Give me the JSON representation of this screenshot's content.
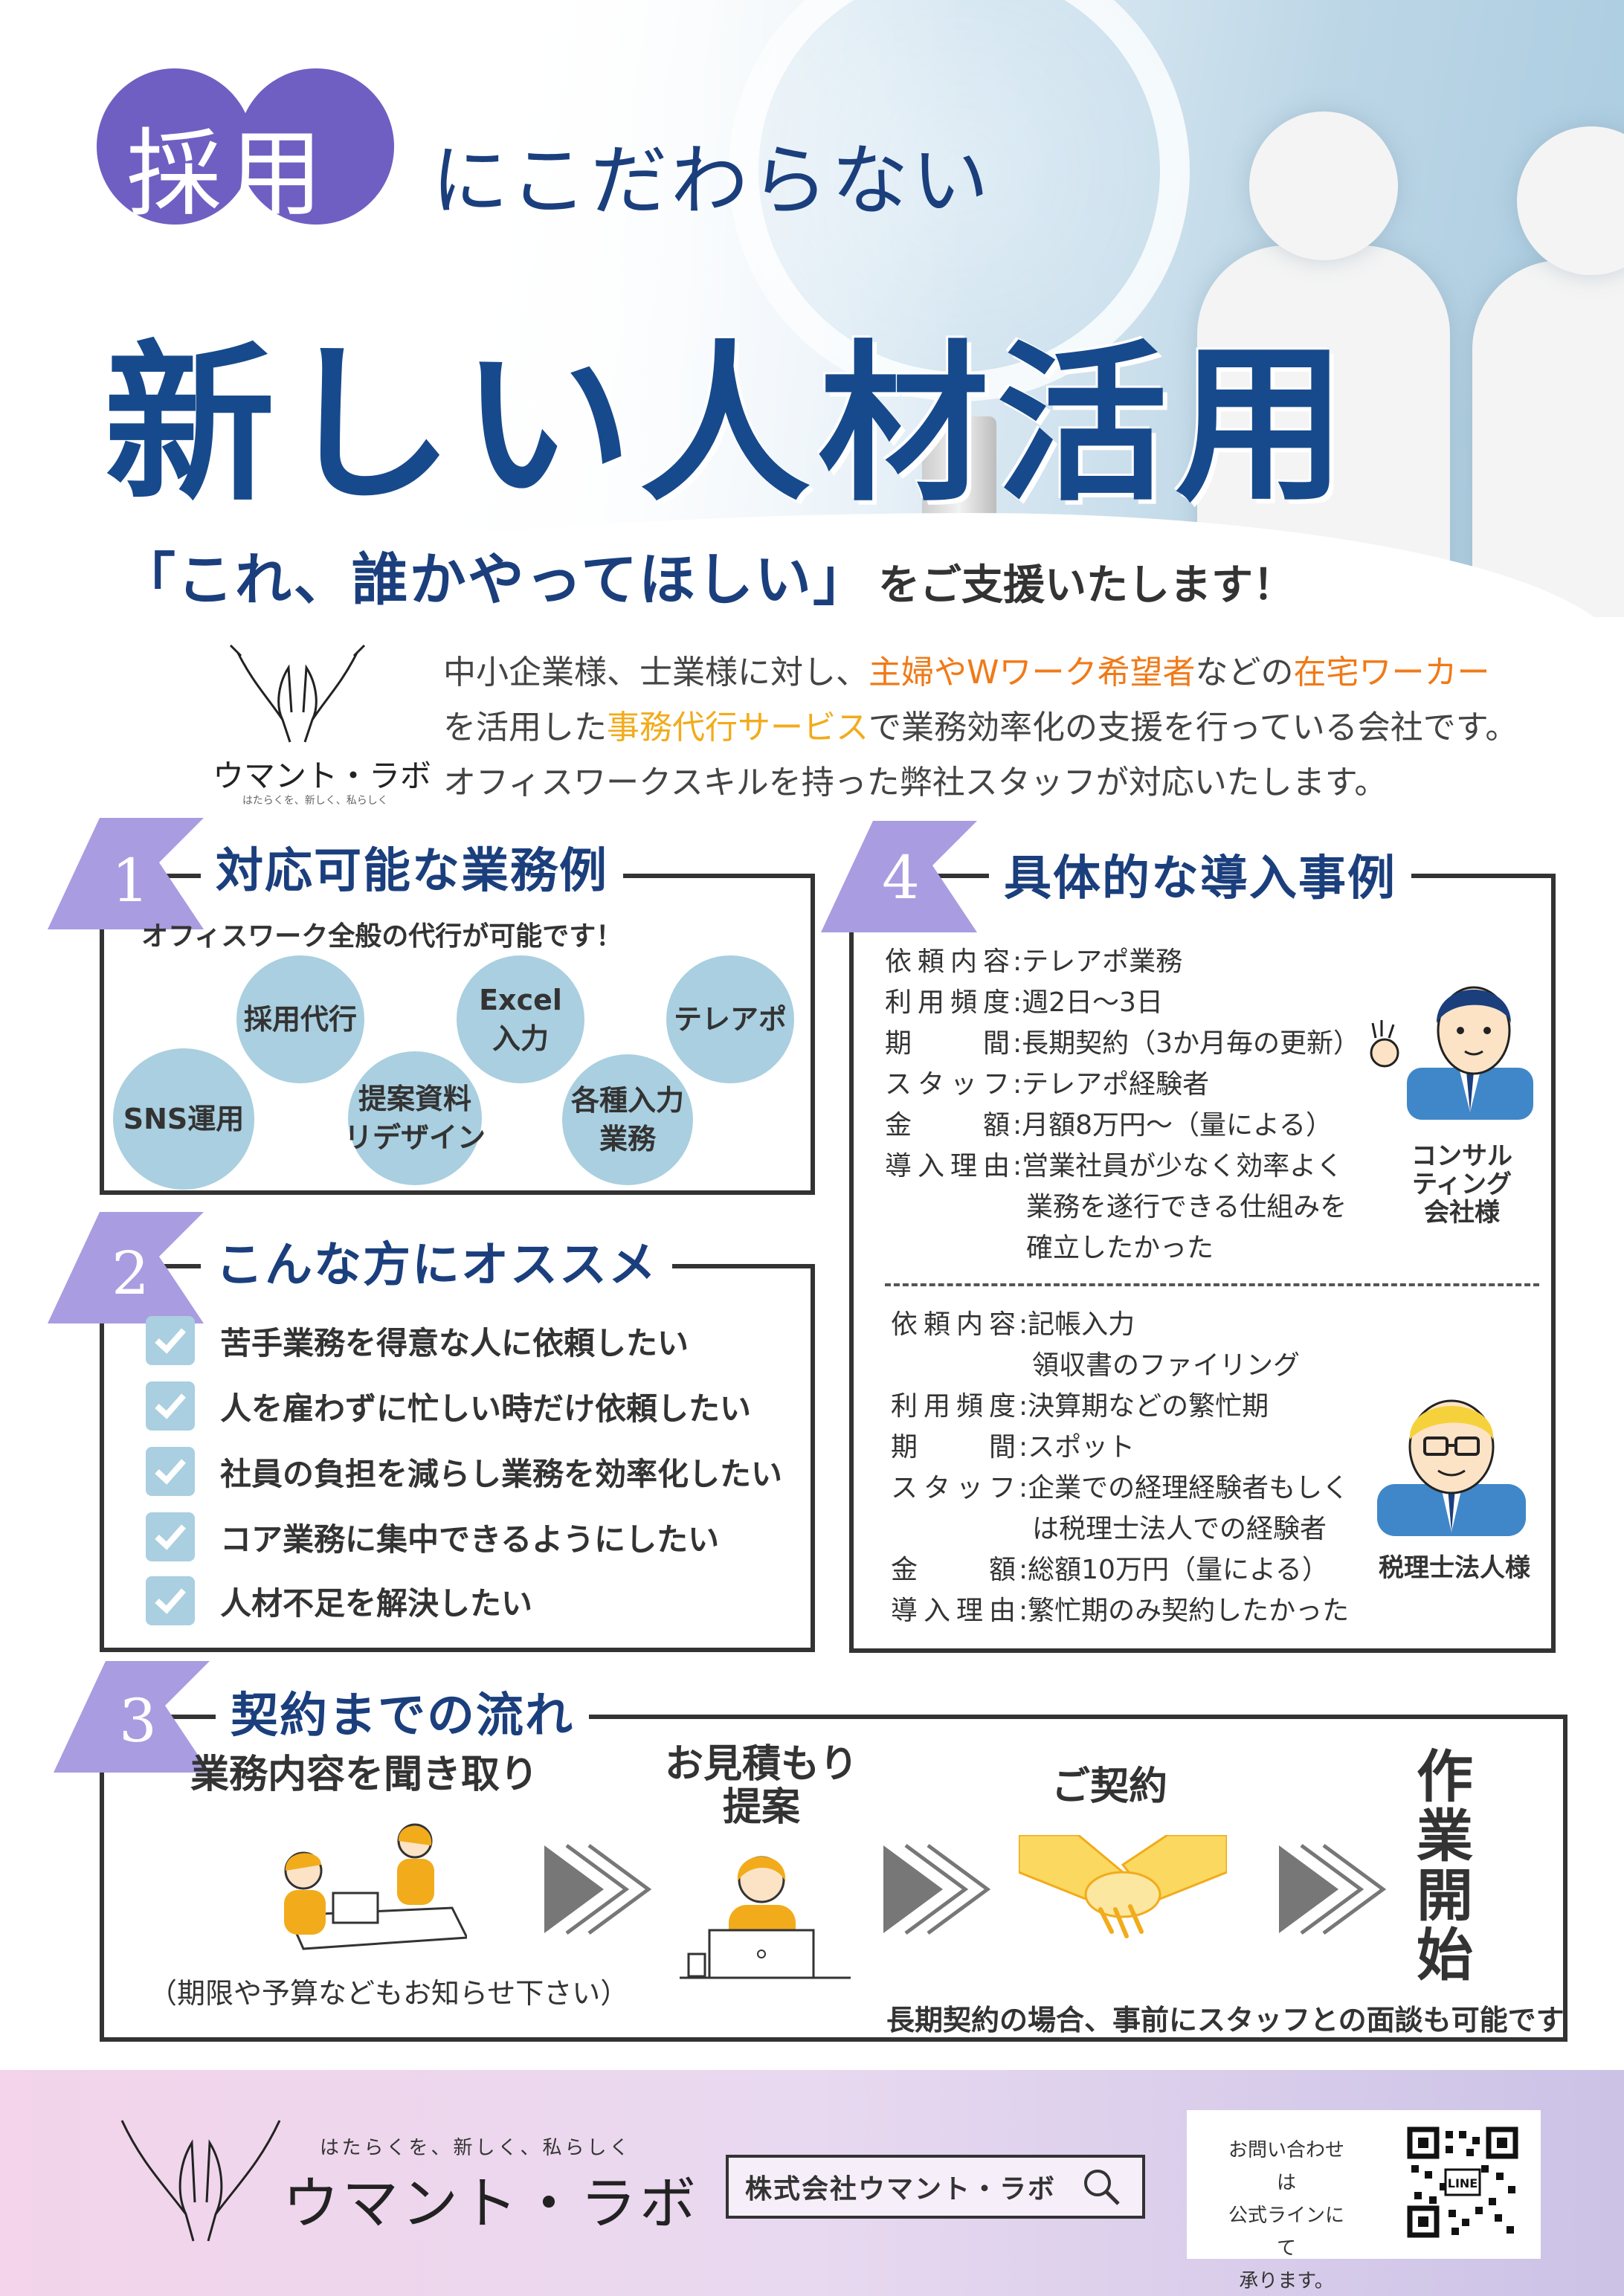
{
  "hero": {
    "circle_text": "採用",
    "headline1": "にこだわらない",
    "headline2": "新しい人材活用",
    "tagline_big": "「これ、誰かやってほしい」",
    "tagline_small": "をご支援いたします！"
  },
  "intro": {
    "logo_name": "ウマント・ラボ",
    "logo_sub": "はたらくを、新しく、私らしく",
    "line1_a": "中小企業様、士業様に対し、",
    "line1_b": "主婦やWワーク希望者",
    "line1_c": "などの",
    "line1_d": "在宅ワーカー",
    "line2_a": "を活用した",
    "line2_b": "事務代行サービス",
    "line2_c": "で業務効率化の支援を行っている会社です。",
    "line3": "オフィスワークスキルを持った弊社スタッフが対応いたします。"
  },
  "section1": {
    "num": "1",
    "title": "対応可能な業務例",
    "subtitle": "オフィスワーク全般の代行が可能です！",
    "bubbles": [
      "採用代行",
      "Excel\n入力",
      "テレアポ",
      "SNS運用",
      "提案資料\nリデザイン",
      "各種入力\n業務"
    ]
  },
  "section2": {
    "num": "2",
    "title": "こんな方にオススメ",
    "items": [
      "苦手業務を得意な人に依頼したい",
      "人を雇わずに忙しい時だけ依頼したい",
      "社員の負担を減らし業務を効率化したい",
      "コア業務に集中できるようにしたい",
      "人材不足を解決したい"
    ]
  },
  "section3": {
    "num": "3",
    "title": "契約までの流れ",
    "step1": "業務内容を聞き取り",
    "step1_note": "（期限や予算などもお知らせ下さい）",
    "step2_l1": "お見積もり",
    "step2_l2": "提案",
    "step3": "ご契約",
    "step4": "作業開始",
    "bottom_note": "長期契約の場合、事前にスタッフとの面談も可能です"
  },
  "section4": {
    "num": "4",
    "title": "具体的な導入事例",
    "case1": {
      "rows": [
        {
          "k": "依頼内容",
          "v": ":テレアポ業務"
        },
        {
          "k": "利用頻度",
          "v": ":週2日〜3日"
        },
        {
          "k": "期間",
          "v": ":長期契約（3か月毎の更新）"
        },
        {
          "k": "スタッフ",
          "v": ":テレアポ経験者"
        },
        {
          "k": "金額",
          "v": ":月額8万円〜（量による）"
        },
        {
          "k": "導入理由",
          "v": ":営業社員が少なく効率よく"
        }
      ],
      "cont": [
        "業務を遂行できる仕組みを",
        "確立したかった"
      ],
      "caption": "コンサル\nティング\n会社様"
    },
    "case2": {
      "rows": [
        {
          "k": "依頼内容",
          "v": ":記帳入力"
        },
        {
          "k": "",
          "v": " 領収書のファイリング"
        },
        {
          "k": "利用頻度",
          "v": ":決算期などの繁忙期"
        },
        {
          "k": "期間",
          "v": ":スポット"
        },
        {
          "k": "スタッフ",
          "v": ":企業での経理経験者もしく"
        },
        {
          "k": "",
          "v": " は税理士法人での経験者"
        },
        {
          "k": "金額",
          "v": ":総額10万円（量による）"
        },
        {
          "k": "導入理由",
          "v": ":繁忙期のみ契約したかった"
        }
      ],
      "caption": "税理士法人様"
    }
  },
  "footer": {
    "slogan": "はたらくを、新しく、私らしく",
    "name": "ウマント・ラボ",
    "search_text": "株式会社ウマント・ラボ",
    "qr_text_1": "お問い合わせは",
    "qr_text_2": "公式ラインにて",
    "qr_text_3": "承ります。",
    "qr_label": "LINE"
  },
  "colors": {
    "navy": "#1b3f7d",
    "purple": "#6f5fc2",
    "flag": "#a99ce0",
    "bubble": "#a9cfe0",
    "orange": "#f07a18",
    "yellow": "#f2ab1b"
  }
}
